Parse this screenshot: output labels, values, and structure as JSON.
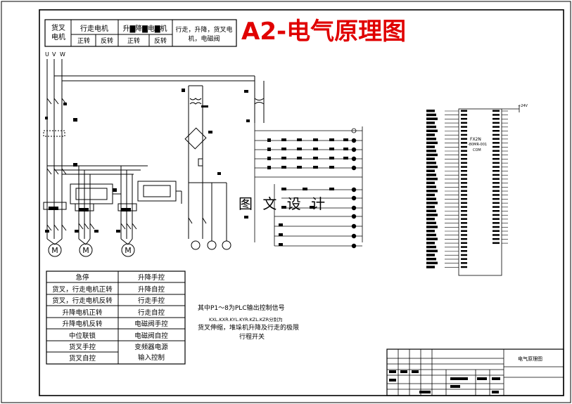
{
  "drawing": {
    "title": "A2-电气原理图",
    "watermark": "图 文 设 计",
    "phase_labels": [
      "U",
      "V",
      "W"
    ],
    "motor_symbol": "M",
    "plc_supply": "+24V",
    "plc_model": "FX2N",
    "plc_model_suffix": "-80MR-001",
    "plc_com": "COM"
  },
  "header_table": {
    "c1": "货叉\n电机",
    "c2_top": "行走电机",
    "c3_top": "升▇降▇电▇机",
    "c4": "行走，升降，货叉电\n机，电磁阀",
    "sub": [
      "正转",
      "反转",
      "正转",
      "反转"
    ]
  },
  "function_table": {
    "left": [
      "急停",
      "货叉，行走电机正转",
      "货叉，行走电机反转",
      "升降电机正转",
      "升降电机反转",
      "中位联锁",
      "货叉手控",
      "货叉自控"
    ],
    "right": [
      "升降手控",
      "升降自控",
      "行走手控",
      "行走自控",
      "电磁阀手控",
      "电磁阀自控",
      "变频器电源",
      "输入控制"
    ]
  },
  "notes": {
    "line1": "其中P1～8为PLC输出控制信号",
    "line2": "KXL.KXR.KYL.KYR.KZL.KZR分别为",
    "line3": "货叉伸缩，堆垛机升降及行走的极限",
    "line4": "行程开关"
  },
  "title_block": {
    "name": "电气原理图"
  }
}
